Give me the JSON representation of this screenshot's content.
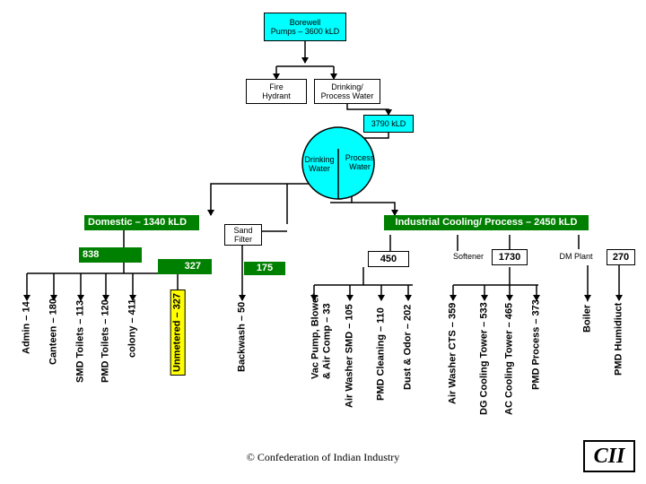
{
  "nodes": {
    "borewell": "Borewell\nPumps – 3600 kLD",
    "fire_hydrant": "Fire\nHydrant",
    "drinking_process": "Drinking/\nProcess Water",
    "tank_3790": "3790 kLD",
    "drinking_water": "Drinking\nWater",
    "process_water": "Process\nWater",
    "domestic": "Domestic – 1340 kLD",
    "sand_filter": "Sand\nFilter",
    "industrial": "Industrial Cooling/ Process – 2450 kLD",
    "val_838": "838",
    "val_327": "327",
    "val_175": "175",
    "val_450": "450",
    "softener": "Softener",
    "val_1730": "1730",
    "dm_plant": "DM Plant",
    "val_270": "270"
  },
  "consumers": [
    "Admin – 14",
    "Canteen – 180",
    "SMD Toilets – 113",
    "PMD Toilets – 120",
    "colony – 411",
    "Unmetered – 327",
    "Backwash – 50",
    "Vac Pump, Blower\n& Air Comp – 33",
    "Air Washer SMD – 105",
    "PMD Cleaning – 110",
    "Dust & Odor – 202",
    "Air Washer CTS – 359",
    "DG Cooling Tower – 533",
    "AC Cooling Tower – 465",
    "PMD Process – 373",
    "Boiler -",
    "PMD Humidiuct"
  ],
  "footer": "© Confederation of Indian Industry",
  "logo": "CII",
  "colors": {
    "cyan": "#00ffff",
    "green": "#008000",
    "highlight": "#ffff00"
  }
}
